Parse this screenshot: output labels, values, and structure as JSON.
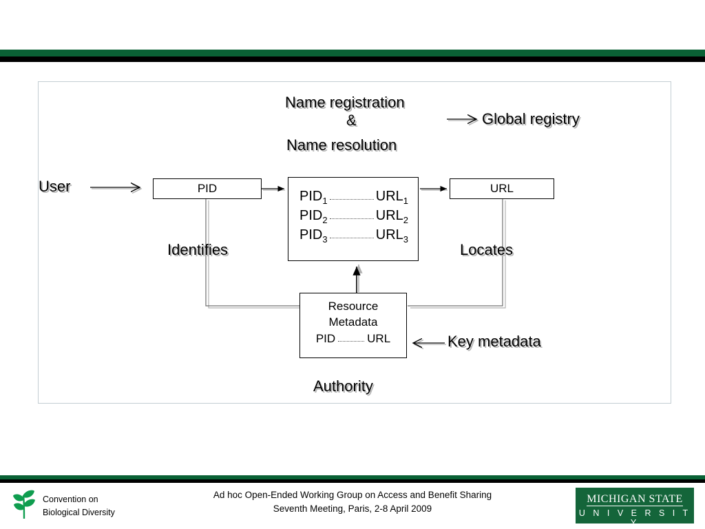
{
  "slide": {
    "header_rule_green": "#0a6135",
    "header_rule_black": "#000000"
  },
  "diagram": {
    "title_lines": {
      "line1": "Name registration",
      "line2": "&",
      "line3": "Name resolution"
    },
    "global_registry_label": "Global registry",
    "user_label": "User",
    "identifies_label": "Identifies",
    "locates_label": "Locates",
    "key_metadata_label": "Key metadata",
    "authority_label": "Authority",
    "pid_box": {
      "label": "PID"
    },
    "url_box": {
      "label": "URL"
    },
    "mapping_box": {
      "rows": [
        {
          "pid": "PID",
          "pid_sub": "1",
          "url": "URL",
          "url_sub": "1"
        },
        {
          "pid": "PID",
          "pid_sub": "2",
          "url": "URL",
          "url_sub": "2"
        },
        {
          "pid": "PID",
          "pid_sub": "3",
          "url": "URL",
          "url_sub": "3"
        }
      ]
    },
    "metadata_box": {
      "line1": "Resource",
      "line2": "Metadata",
      "pid": "PID",
      "url": "URL"
    }
  },
  "footer": {
    "cbd": {
      "line1": "Convention on",
      "line2": "Biological Diversity",
      "logo_color": "#0f9d4f"
    },
    "center_line1": "Ad hoc Open-Ended Working Group on Access and Benefit Sharing",
    "center_line2": "Seventh Meeting, Paris, 2-8 April 2009",
    "msu": {
      "line1": "MICHIGAN STATE",
      "line2": "U N I V E R S I T Y",
      "bg_color": "#14653a"
    }
  }
}
